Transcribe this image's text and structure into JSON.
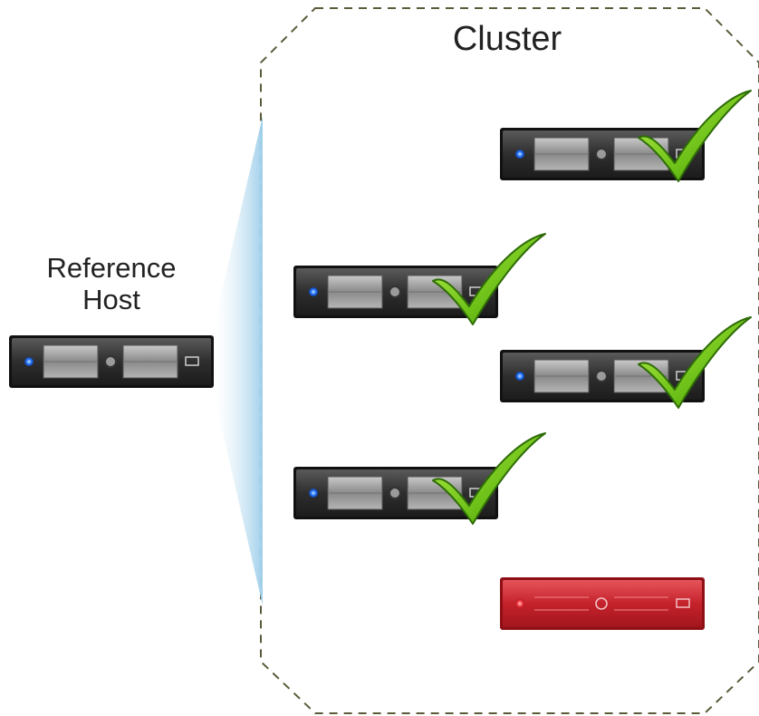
{
  "cluster": {
    "title": "Cluster",
    "border_color": "#5b5b3b"
  },
  "reference_host": {
    "label_line1": "Reference",
    "label_line2": "Host",
    "icon": "server-icon",
    "status_light": "blue"
  },
  "hosts": [
    {
      "id": "host-1",
      "icon": "server-icon",
      "status": "compliant",
      "status_icon": "checkmark-icon"
    },
    {
      "id": "host-2",
      "icon": "server-icon",
      "status": "compliant",
      "status_icon": "checkmark-icon"
    },
    {
      "id": "host-3",
      "icon": "server-icon",
      "status": "compliant",
      "status_icon": "checkmark-icon"
    },
    {
      "id": "host-4",
      "icon": "server-icon",
      "status": "compliant",
      "status_icon": "checkmark-icon"
    },
    {
      "id": "host-5",
      "icon": "server-icon",
      "status": "non-compliant",
      "status_icon": "none"
    }
  ],
  "colors": {
    "server_body": "#3a3a3a",
    "server_failed": "#c8242c",
    "checkmark": "#6cc017",
    "projection": "#a8d4ec"
  }
}
